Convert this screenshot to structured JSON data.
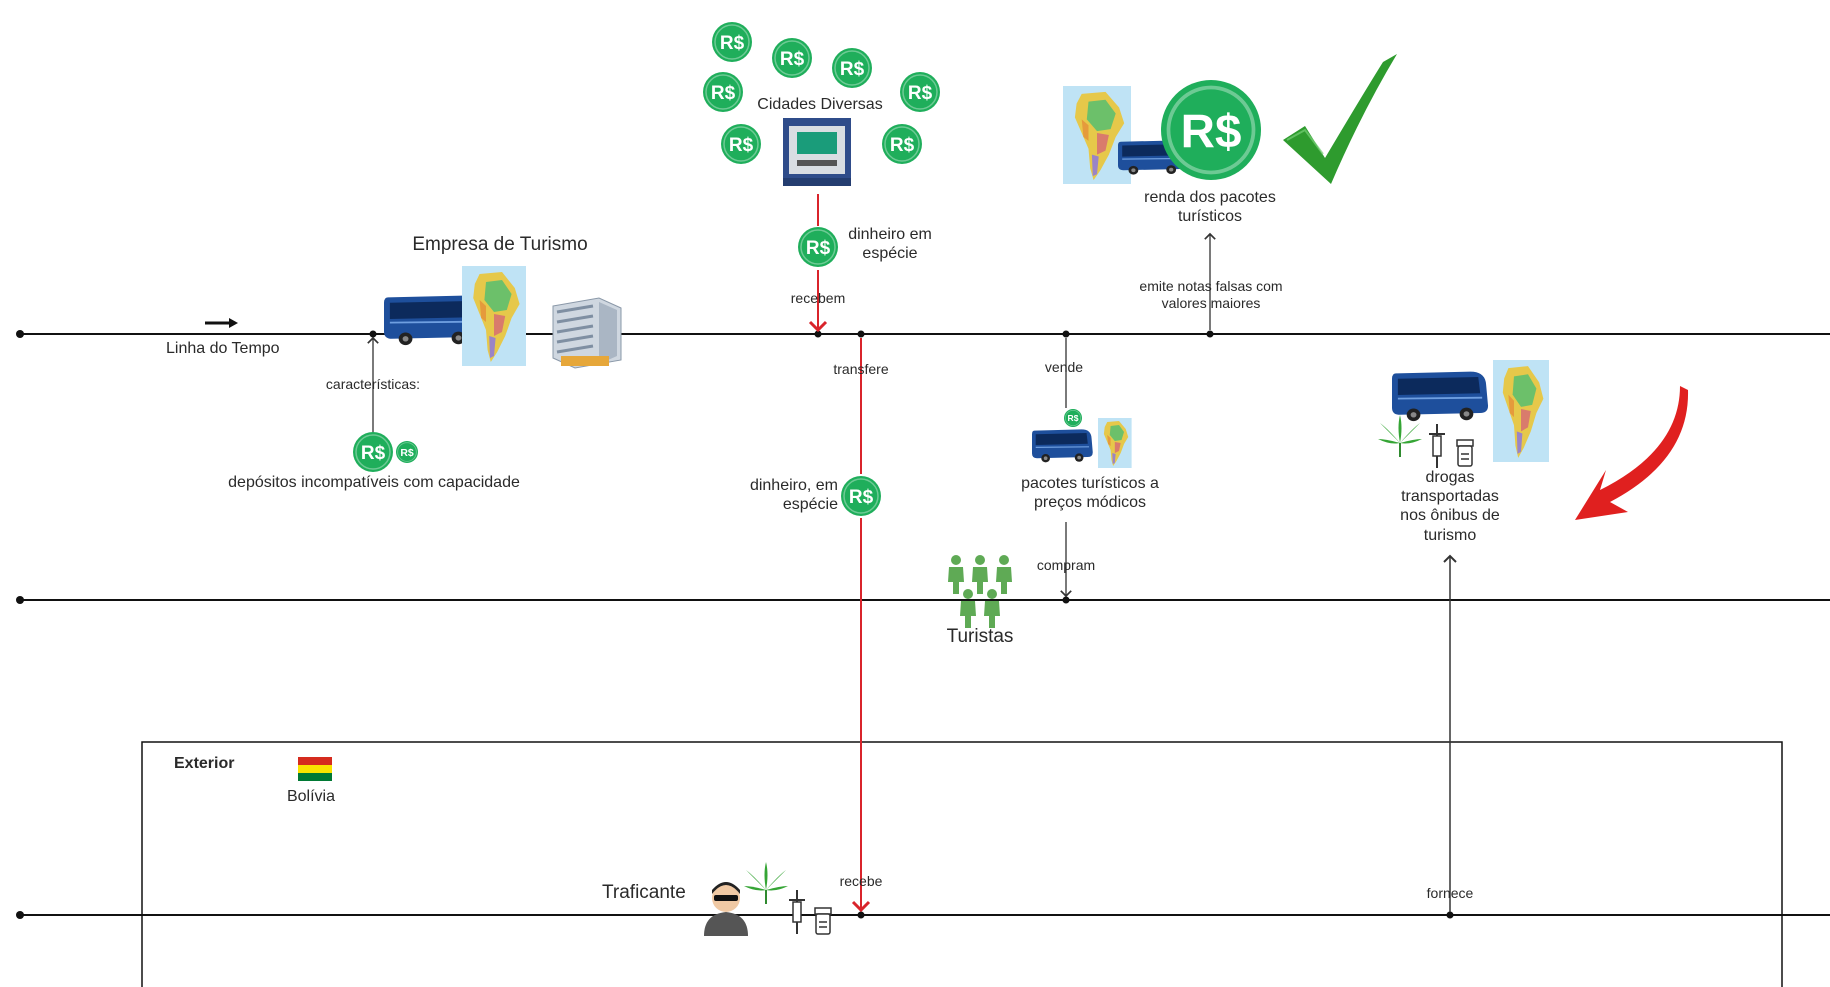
{
  "timeline": {
    "label": "Linha do Tempo"
  },
  "company": {
    "title": "Empresa de Turismo",
    "characteristics_label": "características:",
    "deposits_label": "depósitos incompatíveis com capacidade"
  },
  "cities": {
    "label": "Cidades Diversas",
    "cash_label": "dinheiro em espécie",
    "receive_label": "recebem"
  },
  "transfer": {
    "label": "transfere",
    "cash_label": "dinheiro, em espécie",
    "receive_label": "recebe"
  },
  "packages": {
    "sell_label": "vende",
    "label": "pacotes turísticos a preços módicos",
    "buy_label": "compram"
  },
  "income": {
    "label": "renda dos pacotes turísticos",
    "emit_label": "emite notas falsas com valores maiores"
  },
  "drugs": {
    "label": "drogas transportadas nos ônibus de turismo",
    "supply_label": "fornece"
  },
  "tourists": {
    "label": "Turistas"
  },
  "exterior": {
    "title": "Exterior",
    "country": "Bolívia"
  },
  "trafficker": {
    "label": "Traficante"
  },
  "currency": {
    "symbol": "R$"
  },
  "colors": {
    "money_green": "#1fae5b",
    "bus_blue": "#1e4f9c",
    "red_line": "#d9242b",
    "check_green": "#2e9b2e",
    "person_green": "#5faa55"
  },
  "icons": [
    "bus-icon",
    "map-icon",
    "building-icon",
    "atm-icon",
    "money-icon",
    "check-icon",
    "arrow-icon",
    "cannabis-leaf-icon",
    "syringe-icon",
    "pill-bottle-icon",
    "tourists-icon",
    "trafficker-icon",
    "flag-icon"
  ]
}
